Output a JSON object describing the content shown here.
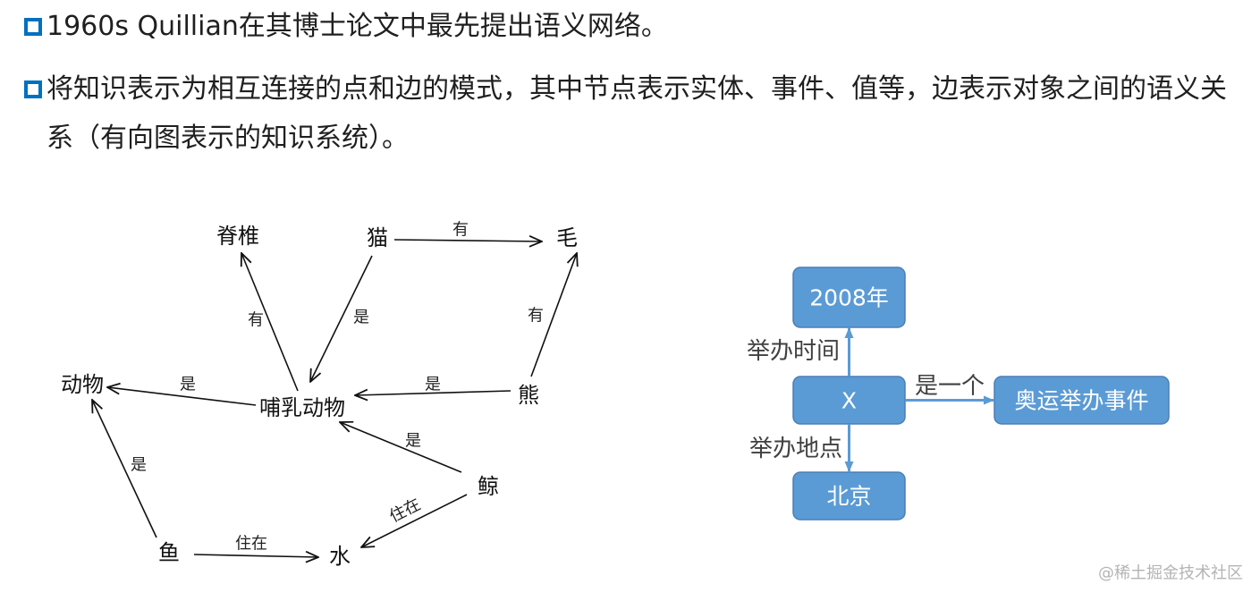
{
  "bullets": [
    {
      "text": "1960s Quillian在其博士论文中最先提出语义网络。"
    },
    {
      "text": "将知识表示为相互连接的点和边的模式，其中节点表示实体、事件、值等，边表示对象之间的语义关系（有向图表示的知识系统）。"
    }
  ],
  "left_network": {
    "nodes": [
      "脊椎",
      "猫",
      "毛",
      "动物",
      "哺乳动物",
      "熊",
      "鲸",
      "鱼",
      "水"
    ],
    "edges": [
      {
        "from": "猫",
        "to": "毛",
        "label": "有"
      },
      {
        "from": "猫",
        "to": "哺乳动物",
        "label": "是"
      },
      {
        "from": "哺乳动物",
        "to": "脊椎",
        "label": "有"
      },
      {
        "from": "哺乳动物",
        "to": "动物",
        "label": "是"
      },
      {
        "from": "熊",
        "to": "哺乳动物",
        "label": "是"
      },
      {
        "from": "熊",
        "to": "毛",
        "label": "有"
      },
      {
        "from": "鲸",
        "to": "哺乳动物",
        "label": "是"
      },
      {
        "from": "鲸",
        "to": "水",
        "label": "住在"
      },
      {
        "from": "鱼",
        "to": "动物",
        "label": "是"
      },
      {
        "from": "鱼",
        "to": "水",
        "label": "住在"
      }
    ]
  },
  "right_network": {
    "nodes": [
      "2008年",
      "X",
      "北京",
      "奥运举办事件"
    ],
    "edges": [
      {
        "from": "X",
        "to": "2008年",
        "label": "举办时间"
      },
      {
        "from": "X",
        "to": "北京",
        "label": "举办地点"
      },
      {
        "from": "X",
        "to": "奥运举办事件",
        "label": "是一个"
      }
    ]
  },
  "colors": {
    "bullet": "#0070C0",
    "node_fill": "#5B9BD5",
    "arrow": "#5B9BD5"
  },
  "watermark": "@稀土掘金技术社区"
}
